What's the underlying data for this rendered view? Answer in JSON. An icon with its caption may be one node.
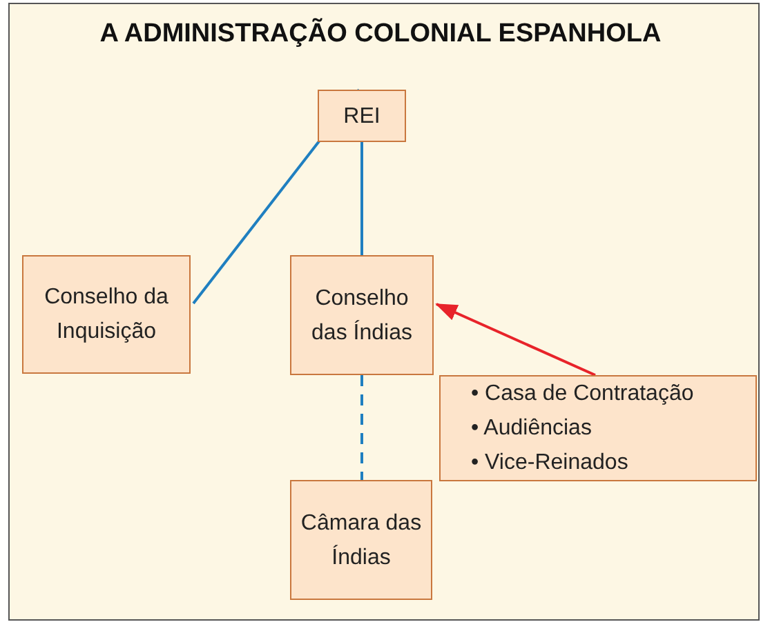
{
  "diagram": {
    "title": "A ADMINISTRAÇÃO COLONIAL ESPANHOLA",
    "nodes": [
      {
        "text": [
          "REI"
        ]
      },
      {
        "text": [
          "Conselho da Inquisição"
        ]
      },
      {
        "text": [
          "Conselho das Índias"
        ]
      },
      {
        "text": [
          "• Casa de Contratação",
          "• Audiências",
          "• Vice-Reinados"
        ]
      },
      {
        "text": [
          "Câmara das Índias"
        ]
      }
    ],
    "edges": [
      {
        "from": 0,
        "to": 1,
        "arrow": "none"
      },
      {
        "from": 0,
        "to": 2,
        "arrow": "none"
      },
      {
        "from": 2,
        "to": 4,
        "arrow": "none",
        "style": "dashed"
      },
      {
        "from": 3,
        "to": 2,
        "arrow": "to",
        "color": "#e8232a"
      }
    ]
  }
}
